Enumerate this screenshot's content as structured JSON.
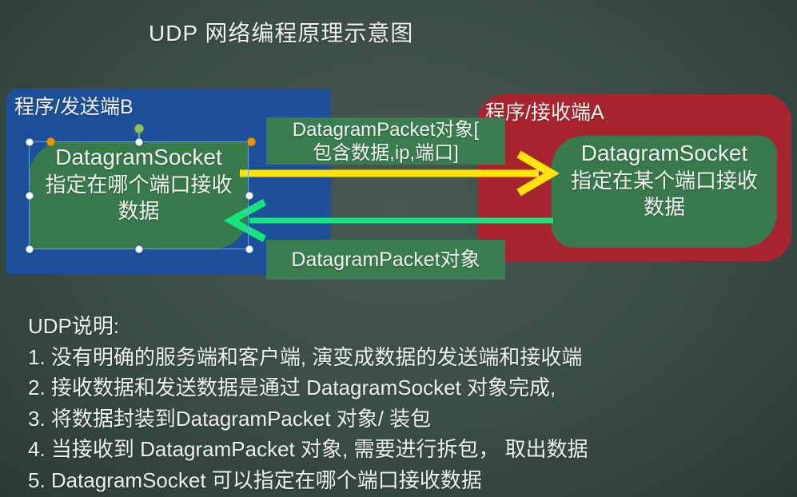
{
  "title": "UDP 网络编程原理示意图",
  "colors": {
    "background": "#3c4e48",
    "sender_fill": "#1d4f9b",
    "receiver_fill": "#a92431",
    "socket_fill": "#387a4e",
    "label_fill": "#3a7d50",
    "send_arrow": "#ffe606",
    "receive_arrow": "#14e57d",
    "selection_border": "#63a9dc",
    "text": "#eef0ec"
  },
  "diagram": {
    "sender": {
      "label": "程序/发送端B",
      "socket": [
        "DatagramSocket",
        "指定在哪个端口接收",
        "数据"
      ]
    },
    "receiver": {
      "label": "程序/接收端A",
      "socket": [
        "DatagramSocket",
        "指定在某个端口接收",
        "数据"
      ]
    },
    "packet_label_top": [
      "DatagramPacket对象[",
      "包含数据,ip,端口]"
    ],
    "packet_label_bottom": "DatagramPacket对象"
  },
  "notes": {
    "heading": "UDP说明:",
    "items": [
      "1. 没有明确的服务端和客户端, 演变成数据的发送端和接收端",
      "2. 接收数据和发送数据是通过 DatagramSocket 对象完成,",
      "3. 将数据封装到DatagramPacket 对象/ 装包",
      "4. 当接收到 DatagramPacket 对象, 需要进行拆包， 取出数据",
      "5. DatagramSocket 可以指定在哪个端口接收数据"
    ]
  }
}
